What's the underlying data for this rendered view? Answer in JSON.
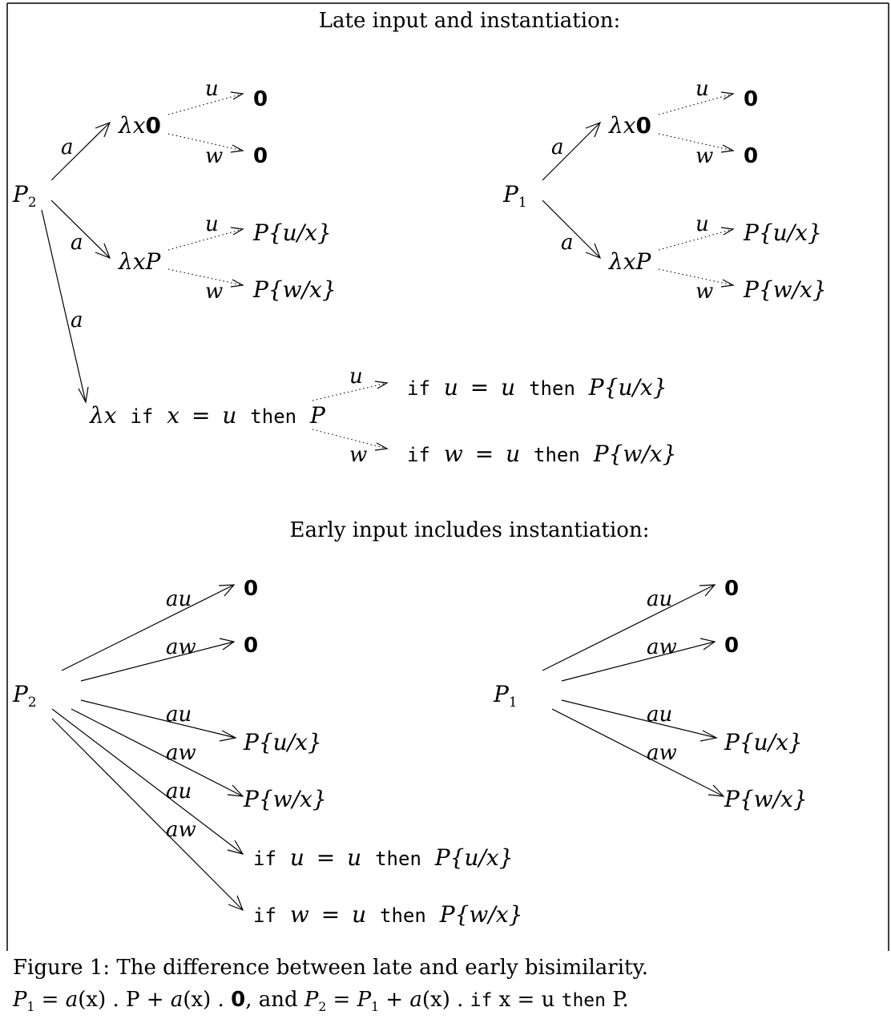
{
  "headings": {
    "late": "Late input and instantiation:",
    "early": "Early input includes instantiation:"
  },
  "labels": {
    "a": "a",
    "u": "u",
    "w": "w",
    "au": "au",
    "aw": "aw",
    "zero": "0",
    "lambda_x": "λx",
    "P": "P",
    "eq": "=",
    "kw_if": "if",
    "kw_then": "then",
    "sub_u": "{u/x}",
    "sub_w": "{w/x}",
    "P1_main": "P",
    "P1_sub": "1",
    "P2_main": "P",
    "P2_sub": "2"
  },
  "caption": {
    "line1": "Figure 1: The difference between late and early bisimilarity.",
    "line2": {
      "p1": "P",
      "s1": "1",
      "t1": " = ",
      "a1": "a",
      "x1": "(x) . P + ",
      "a2": "a",
      "x2": "(x) . ",
      "zero": "0",
      "t2": ", and ",
      "p2": "P",
      "s2": "2",
      "t3": " = ",
      "p3": "P",
      "s3": "1",
      "t4": " + ",
      "a3": "a",
      "x3": "(x) . ",
      "kw_if": "if",
      "t5": " x = u ",
      "kw_then": "then",
      "t6": " P."
    }
  }
}
